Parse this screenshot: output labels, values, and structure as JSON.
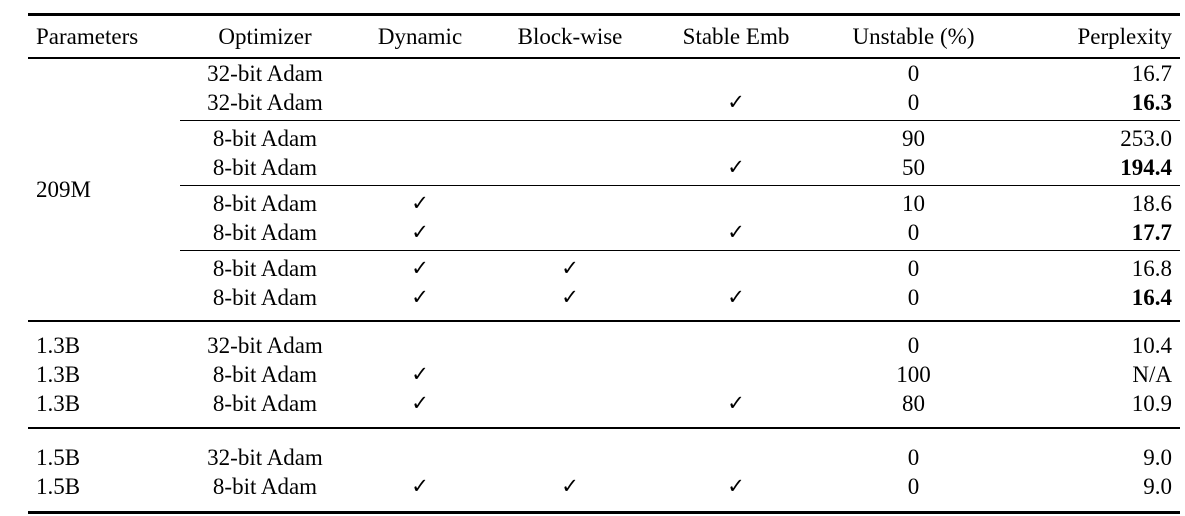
{
  "table": {
    "columns": [
      "Parameters",
      "Optimizer",
      "Dynamic",
      "Block-wise",
      "Stable Emb",
      "Unstable (%)",
      "Perplexity"
    ],
    "rows": [
      {
        "params": "209M",
        "optimizer": "32-bit Adam",
        "dynamic": "",
        "blockwise": "",
        "stable": "",
        "unstable": "0",
        "perplexity": "16.7"
      },
      {
        "params": "",
        "optimizer": "32-bit Adam",
        "dynamic": "",
        "blockwise": "",
        "stable": "✓",
        "unstable": "0",
        "perplexity": "16.3"
      },
      {
        "params": "",
        "optimizer": "8-bit Adam",
        "dynamic": "",
        "blockwise": "",
        "stable": "",
        "unstable": "90",
        "perplexity": "253.0"
      },
      {
        "params": "",
        "optimizer": "8-bit Adam",
        "dynamic": "",
        "blockwise": "",
        "stable": "✓",
        "unstable": "50",
        "perplexity": "194.4"
      },
      {
        "params": "",
        "optimizer": "8-bit Adam",
        "dynamic": "✓",
        "blockwise": "",
        "stable": "",
        "unstable": "10",
        "perplexity": "18.6"
      },
      {
        "params": "",
        "optimizer": "8-bit Adam",
        "dynamic": "✓",
        "blockwise": "",
        "stable": "✓",
        "unstable": "0",
        "perplexity": "17.7"
      },
      {
        "params": "",
        "optimizer": "8-bit Adam",
        "dynamic": "✓",
        "blockwise": "✓",
        "stable": "",
        "unstable": "0",
        "perplexity": "16.8"
      },
      {
        "params": "",
        "optimizer": "8-bit Adam",
        "dynamic": "✓",
        "blockwise": "✓",
        "stable": "✓",
        "unstable": "0",
        "perplexity": "16.4"
      },
      {
        "params": "1.3B",
        "optimizer": "32-bit Adam",
        "dynamic": "",
        "blockwise": "",
        "stable": "",
        "unstable": "0",
        "perplexity": "10.4"
      },
      {
        "params": "1.3B",
        "optimizer": "8-bit Adam",
        "dynamic": "✓",
        "blockwise": "",
        "stable": "",
        "unstable": "100",
        "perplexity": "N/A"
      },
      {
        "params": "1.3B",
        "optimizer": "8-bit Adam",
        "dynamic": "✓",
        "blockwise": "",
        "stable": "✓",
        "unstable": "80",
        "perplexity": "10.9"
      },
      {
        "params": "1.5B",
        "optimizer": "32-bit Adam",
        "dynamic": "",
        "blockwise": "",
        "stable": "",
        "unstable": "0",
        "perplexity": "9.0"
      },
      {
        "params": "1.5B",
        "optimizer": "8-bit Adam",
        "dynamic": "✓",
        "blockwise": "✓",
        "stable": "✓",
        "unstable": "0",
        "perplexity": "9.0"
      }
    ]
  }
}
